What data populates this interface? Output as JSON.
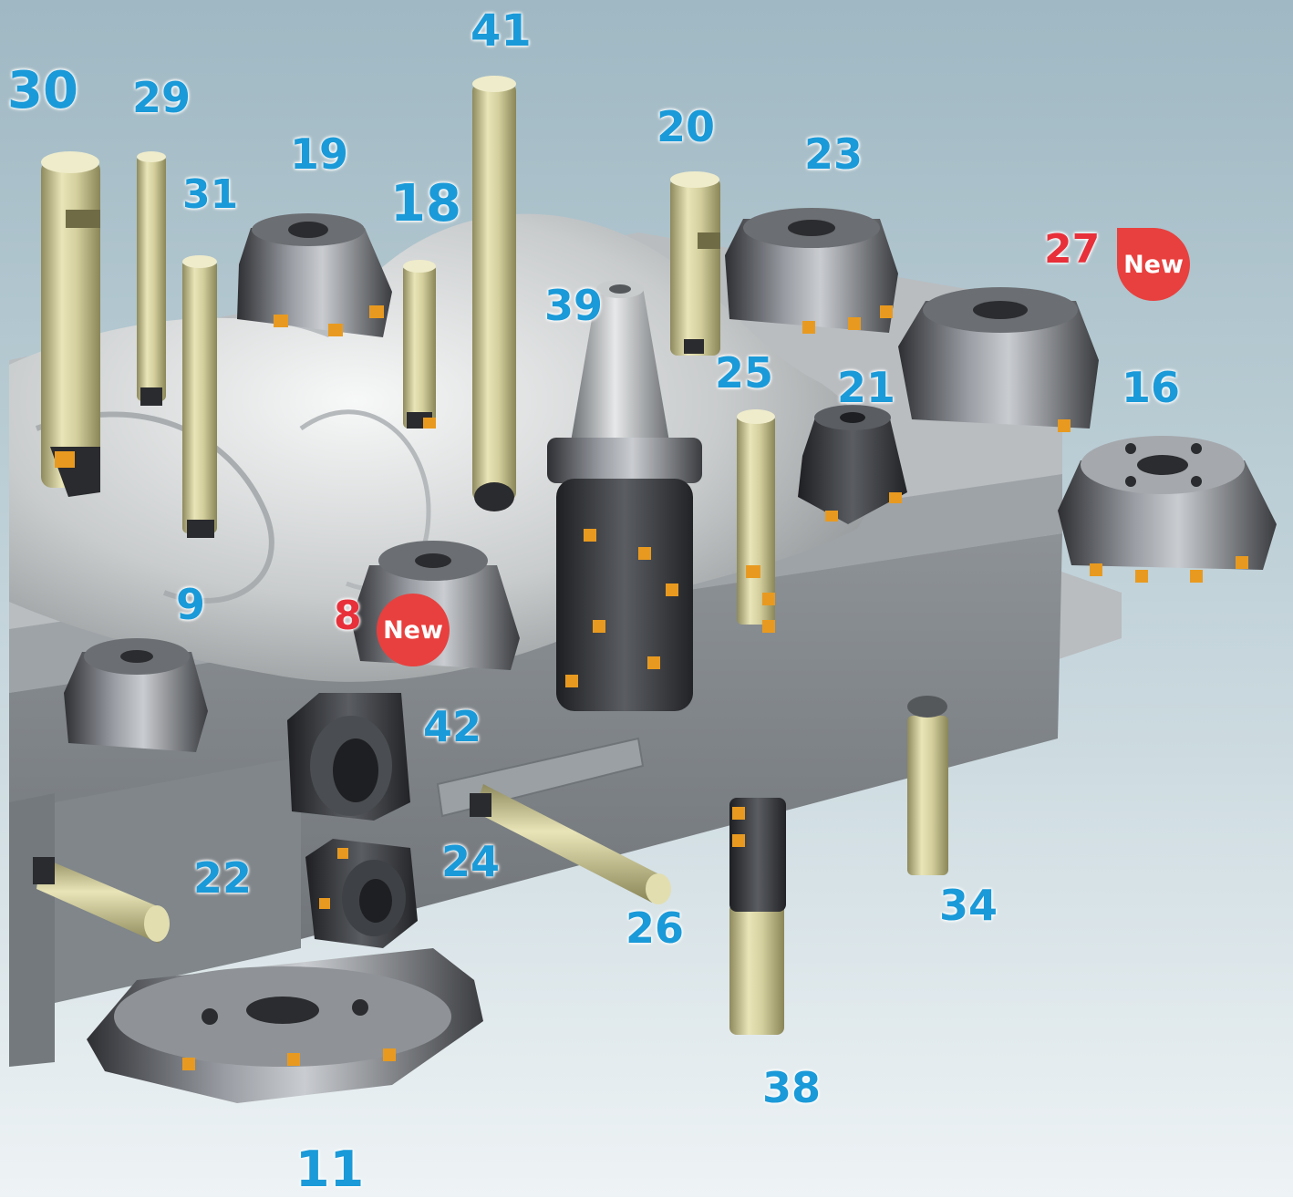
{
  "labels": {
    "l30": "30",
    "l29": "29",
    "l31": "31",
    "l19": "19",
    "l18": "18",
    "l41": "41",
    "l39": "39",
    "l20": "20",
    "l23": "23",
    "l25": "25",
    "l21": "21",
    "l16": "16",
    "l27": "27",
    "l9": "9",
    "l8": "8",
    "l42": "42",
    "l22": "22",
    "l24": "24",
    "l26": "26",
    "l34": "34",
    "l38": "38",
    "l11": "11"
  },
  "badges": {
    "new_27": "New",
    "new_8": "New"
  },
  "colors": {
    "label_blue": "#1a9ad8",
    "label_red": "#e8303a",
    "badge_red": "#e8403e",
    "shank": "#d8d3a0",
    "insert": "#e89a20"
  }
}
